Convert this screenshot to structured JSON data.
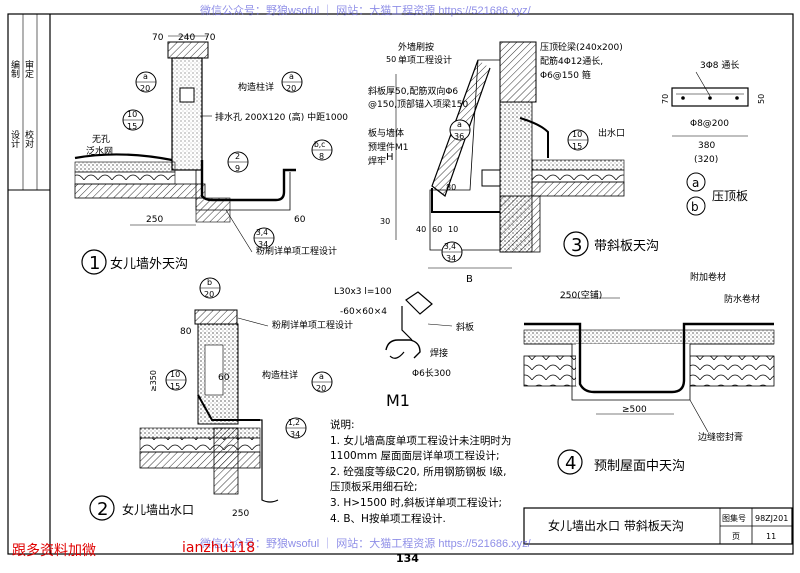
{
  "watermark_top": "微信公众号：野狼wsoful ｜ 网站：大猫工程资源 https://521686.xyz/",
  "watermark_bottom": "微信公众号：野狼wsoful ｜ 网站：大猫工程资源 https://521686.xyz/",
  "red_left": "跟多资料加微",
  "red_right": "ianzhu118",
  "page_number": "134",
  "title_block": {
    "title": "女儿墙出水口 带斜板天沟",
    "atlas_label": "图集号",
    "atlas_value": "98ZJ201",
    "page_label": "页",
    "page_value": "11"
  },
  "side_column_text": [
    "编制",
    "审定",
    "设计",
    "校对"
  ],
  "d1": {
    "num": "1",
    "title": "女儿墙外天沟",
    "dim_70": "70",
    "dim_240": "240",
    "dim_70b": "70",
    "dim_250": "250",
    "dim_60": "60",
    "label_column": "构造柱详",
    "label_drain": "排水孔 200X120 (高) 中距1000",
    "label_no_gutter_1": "无孔",
    "label_no_gutter_2": "泛水网",
    "label_finish": "粉刷详单项工程设计",
    "ref_a": "a",
    "ref_a_d": "20",
    "ref_col_n": "a",
    "ref_col_d": "20",
    "ref_10": "10",
    "ref_15": "15",
    "ref_2": "2",
    "ref_9": "9",
    "ref_bc": "b,c",
    "ref_8": "8",
    "ref_34": "3,4",
    "ref_34d": "34"
  },
  "d2": {
    "num": "2",
    "title": "女儿墙出水口",
    "dim_80": "80",
    "dim_60": "60",
    "dim_350": "≥350",
    "dim_250": "250",
    "label_finish": "粉刷详单项工程设计",
    "label_column": "构造柱详",
    "ref_b": "b",
    "ref_b_d": "20",
    "ref_10": "10",
    "ref_15": "15",
    "ref_a": "a",
    "ref_a_d": "20",
    "ref_12": "1,2",
    "ref_34": "34"
  },
  "d3": {
    "num": "3",
    "title": "带斜板天沟",
    "label_paint": "外墙刷按",
    "label_paint2": "单项工程设计",
    "label_slab": "斜板厚50,配筋双向Φ6",
    "label_slab2": "@150,顶部锚入项梁150",
    "label_board": "板与墙体",
    "label_board2": "预埋件M1",
    "label_board3": "焊牢",
    "label_cap": "压顶砼梁(240x200)",
    "label_cap2": "配筋4Φ12通长,",
    "label_cap3": "Φ6@150 箍",
    "label_outlet": "出水口",
    "dim_50": "50",
    "dim_80": "80",
    "dim_30": "30",
    "dim_40": "40",
    "dim_60": "60",
    "dim_10": "10",
    "dim_H": "H",
    "dim_B": "B",
    "ref_a": "a",
    "ref_a_d": "36",
    "ref_10": "10",
    "ref_15": "15",
    "ref_34": "3,4",
    "ref_34d": "34"
  },
  "cap": {
    "label_top": "3Φ8 通长",
    "label_bot": "Φ8@200",
    "dim_70": "70",
    "dim_50": "50",
    "dim_380": "380",
    "dim_320": "(320)",
    "label_a": "a",
    "label_b": "b",
    "label_name": "压顶板"
  },
  "m1": {
    "title": "M1",
    "line1": "L30x3 l=100",
    "line2": "-60×60×4",
    "label_slab": "斜板",
    "label_weld": "焊接",
    "label_bar": "Φ6长300"
  },
  "d4": {
    "num": "4",
    "title": "预制屋面中天沟",
    "label_extra": "附加卷材",
    "label_water": "防水卷材",
    "label_seal": "边缝密封膏",
    "dim_250": "250(空铺)",
    "dim_500": "≥500"
  },
  "notes": {
    "heading": "说明:",
    "items": [
      "1.  女儿墙高度单项工程设计未注明时为",
      "     1100mm 屋面面层详单项工程设计;",
      "2.  砼强度等级C20, 所用钢筋钢板 I级,",
      "     压顶板采用细石砼;",
      "3.  H>1500 时,斜板详单项工程设计;",
      "4.  B、H按单项工程设计."
    ]
  }
}
